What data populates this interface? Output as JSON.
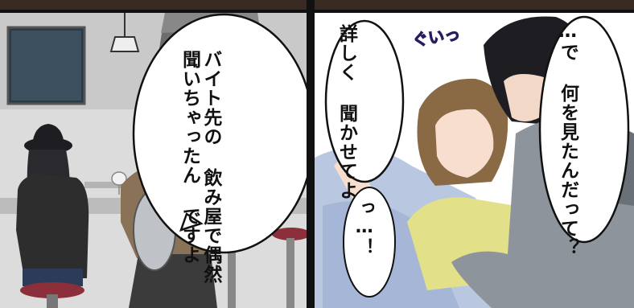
{
  "panels": {
    "left": {
      "bubble": {
        "lines": [
          "バイト先の",
          "飲み屋で偶然",
          "聞いちゃったん",
          "ですよ"
        ]
      }
    },
    "right": {
      "bubble_detail": {
        "lines": [
          "詳しく",
          "聞かせてよ"
        ]
      },
      "bubble_question": {
        "lines": [
          "…で",
          "何を見たんだって？"
        ]
      },
      "bubble_gasp": {
        "lines": [
          "っ…！"
        ]
      },
      "sfx": "ぐいっ"
    }
  },
  "colors": {
    "sfx": "#5a3aa0",
    "bar_wall": "#d7d7d7",
    "apron": "#3b3b3b",
    "shirt": "#8a7258",
    "hair_brown": "#7a5e3f",
    "hair_black": "#1e1e22",
    "stool_red": "#8c2f3a",
    "yellow_shirt": "#e3e08a",
    "grey_jacket": "#8e949c"
  }
}
